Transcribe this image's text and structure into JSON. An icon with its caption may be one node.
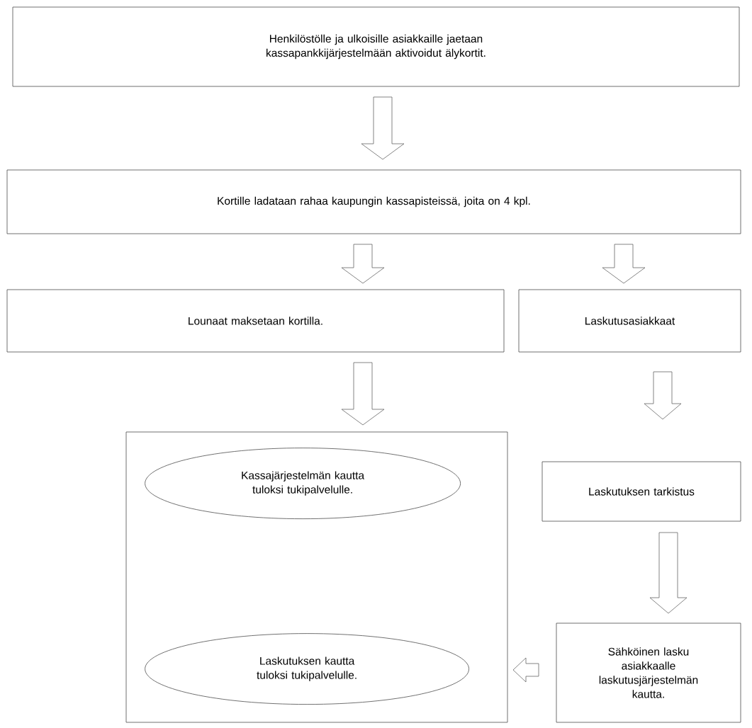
{
  "diagram": {
    "nodes": [
      {
        "text": [
          "Henkilöstölle ja ulkoisille asiakkaille jaetaan kassapankkijärjestelmään aktivoidut älykortit."
        ]
      },
      {
        "text": [
          "Kortille ladataan rahaa kaupungin kassapisteissä, joita on 4 kpl."
        ]
      },
      {
        "text": [
          "Lounaat maksetaan kortilla."
        ]
      },
      {
        "text": [
          "Laskutusasiakkaat"
        ]
      },
      {
        "text": [],
        "shape": "box"
      },
      {
        "text": [
          "Kassajärjestelmän kautta tuloksi tukipalvelulle."
        ],
        "in": 4
      },
      {
        "text": [
          "Laskutuksen tarkistus"
        ]
      },
      {
        "text": [
          "Laskutuksen kautta tuloksi tukipalvelulle."
        ],
        "in": 4
      },
      {
        "text": [
          "Sähköinen lasku asiakkaalle laskutusjärjestelmän kautta."
        ]
      }
    ],
    "edges": [
      {
        "from": 0,
        "to": 1,
        "arrow": "to"
      },
      {
        "from": 1,
        "to": 2,
        "arrow": "to"
      },
      {
        "from": 1,
        "to": 3,
        "arrow": "to"
      },
      {
        "from": 2,
        "to": 4,
        "arrow": "to"
      },
      {
        "from": 3,
        "to": 6,
        "arrow": "to"
      },
      {
        "from": 6,
        "to": 8,
        "arrow": "to"
      },
      {
        "from": 8,
        "to": 4,
        "arrow": "to"
      }
    ]
  }
}
